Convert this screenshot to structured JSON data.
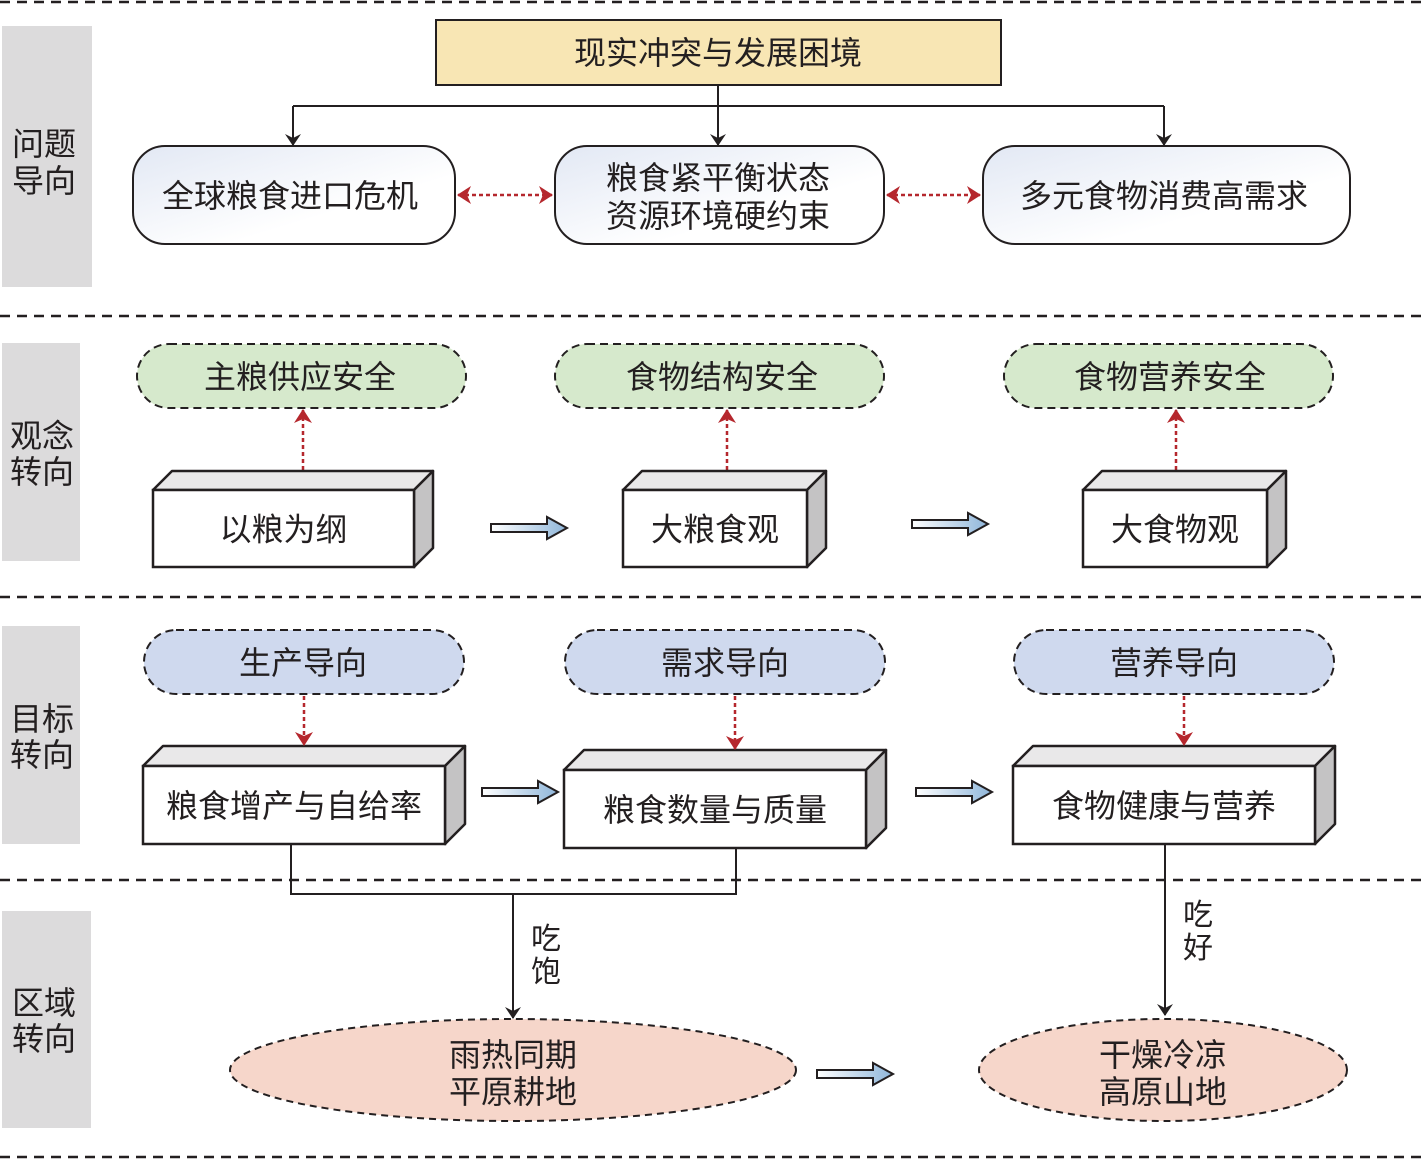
{
  "colors": {
    "title_fill": "#f8e6b4",
    "problem_fill_start": "#e2e8f4",
    "problem_fill_end": "#ffffff",
    "concept_fill": "#d6e9cc",
    "goal_fill": "#cfd9ee",
    "region_fill": "#f6d6ca",
    "side_fill": "#dcdbdc",
    "red_arrow": "#b5272d",
    "blue_arrow_start": "#ffffff",
    "blue_arrow_end": "#8fb6da",
    "box_side": "#c4c3c4",
    "box_top": "#e9e8e9",
    "stroke": "#231f20"
  },
  "title": "现实冲突与发展困境",
  "sections": [
    {
      "id": "problem",
      "label": [
        "问题",
        "导向"
      ]
    },
    {
      "id": "concept",
      "label": [
        "观念",
        "转向"
      ]
    },
    {
      "id": "goal",
      "label": [
        "目标",
        "转向"
      ]
    },
    {
      "id": "region",
      "label": [
        "区域",
        "转向"
      ]
    }
  ],
  "problem_boxes": [
    {
      "lines": [
        "全球粮食进口危机"
      ]
    },
    {
      "lines": [
        "粮食紧平衡状态",
        "资源环境硬约束"
      ]
    },
    {
      "lines": [
        "多元食物消费高需求"
      ]
    }
  ],
  "concept_goals": [
    "主粮供应安全",
    "食物结构安全",
    "食物营养安全"
  ],
  "concept_boxes": [
    "以粮为纲",
    "大粮食观",
    "大食物观"
  ],
  "goal_orientations": [
    "生产导向",
    "需求导向",
    "营养导向"
  ],
  "goal_boxes": [
    "粮食增产与自给率",
    "粮食数量与质量",
    "食物健康与营养"
  ],
  "edge_labels": {
    "left": [
      "吃",
      "饱"
    ],
    "right": [
      "吃",
      "好"
    ]
  },
  "regions": [
    {
      "lines": [
        "雨热同期",
        "平原耕地"
      ]
    },
    {
      "lines": [
        "干燥冷凉",
        "高原山地"
      ]
    }
  ]
}
